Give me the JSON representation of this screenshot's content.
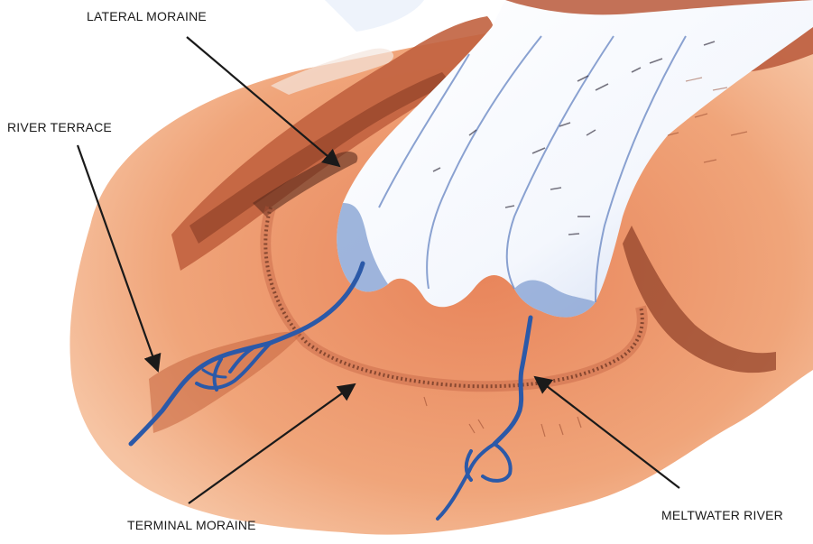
{
  "labels": {
    "lateral_moraine": "LATERAL MORAINE",
    "river_terrace": "RIVER TERRACE",
    "terminal_moraine": "TERMINAL MORAINE",
    "meltwater_river": "MELTWATER RIVER"
  },
  "colors": {
    "terrain_light": "#f0a57a",
    "terrain_mid": "#e08258",
    "terrain_dark": "#b9573a",
    "rock": "#a24c2f",
    "ice": "#ffffff",
    "ice_shadow": "#8ea8d6",
    "water": "#2b59a8",
    "moraine_hatch": "#4a2a1c",
    "arrow": "#1a1a1a"
  }
}
